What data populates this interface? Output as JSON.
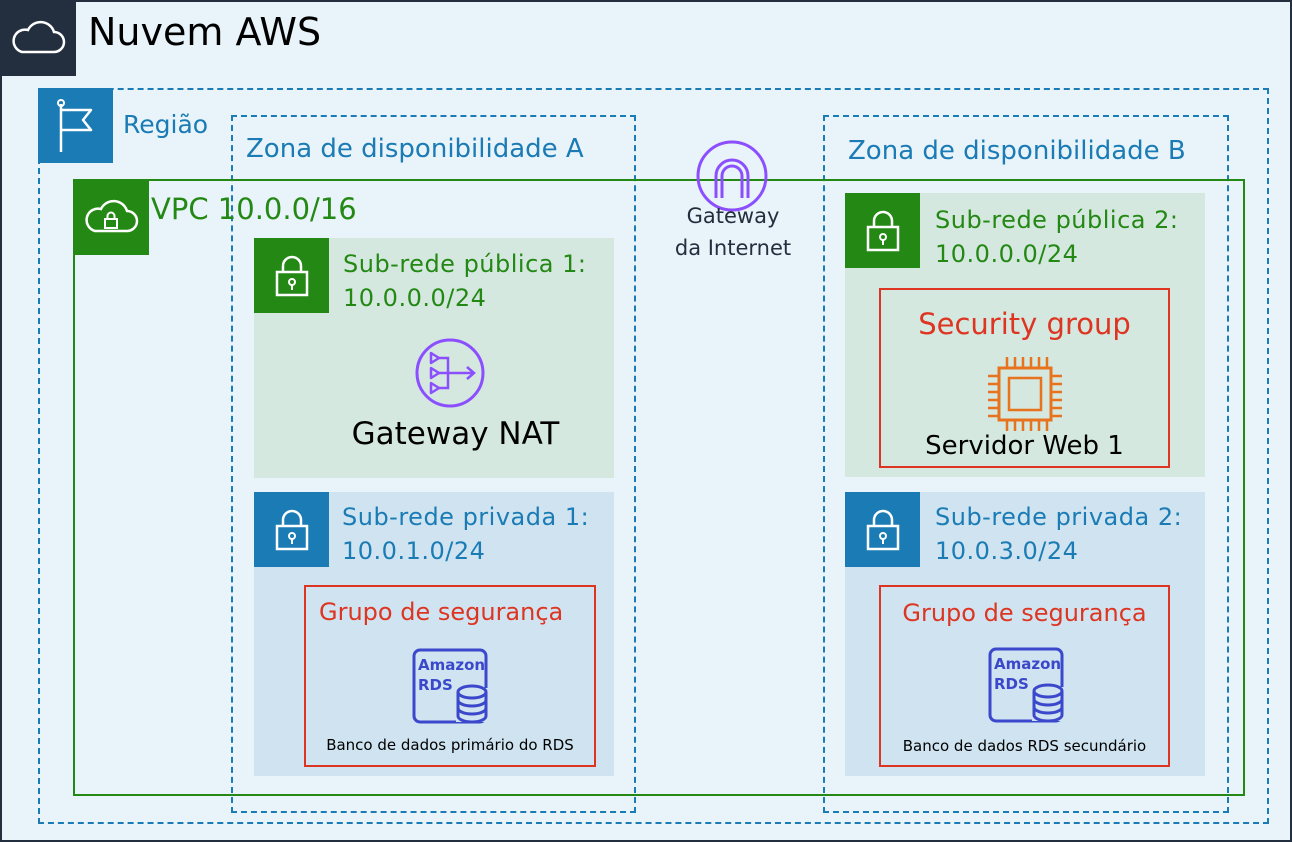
{
  "cloud": {
    "title": "Nuvem AWS"
  },
  "region": {
    "label": "Região"
  },
  "zones": [
    {
      "label": "Zona de disponibilidade A"
    },
    {
      "label": "Zona de disponibilidade B"
    }
  ],
  "vpc": {
    "label": "VPC 10.0.0/16"
  },
  "internet_gateway": {
    "line1": "Gateway",
    "line2": "da Internet"
  },
  "public_subnet_1": {
    "line1": "Sub-rede pública 1:",
    "line2": "10.0.0.0/24",
    "resource": "Gateway NAT"
  },
  "private_subnet_1": {
    "line1": "Sub-rede privada 1:",
    "line2": "10.0.1.0/24",
    "sg_label": "Grupo de segurança",
    "rds_line1": "Amazon",
    "rds_line2": "RDS",
    "resource": "Banco de dados primário do RDS"
  },
  "public_subnet_2": {
    "line1": "Sub-rede pública 2:",
    "line2": "10.0.0.0/24",
    "sg_label": "Security group",
    "resource": "Servidor Web 1"
  },
  "private_subnet_2": {
    "line1": "Sub-rede privada 2:",
    "line2": "10.0.3.0/24",
    "sg_label": "Grupo de segurança",
    "rds_line1": "Amazon",
    "rds_line2": "RDS",
    "resource": "Banco de dados RDS secundário"
  },
  "colors": {
    "navy": "#232f3e",
    "region_blue": "#1a7bb5",
    "vpc_green": "#248814",
    "sg_red": "#dd3522",
    "igw_purple": "#8c4fff",
    "ec2_orange": "#e8731e",
    "rds_blue": "#3b48cc"
  }
}
